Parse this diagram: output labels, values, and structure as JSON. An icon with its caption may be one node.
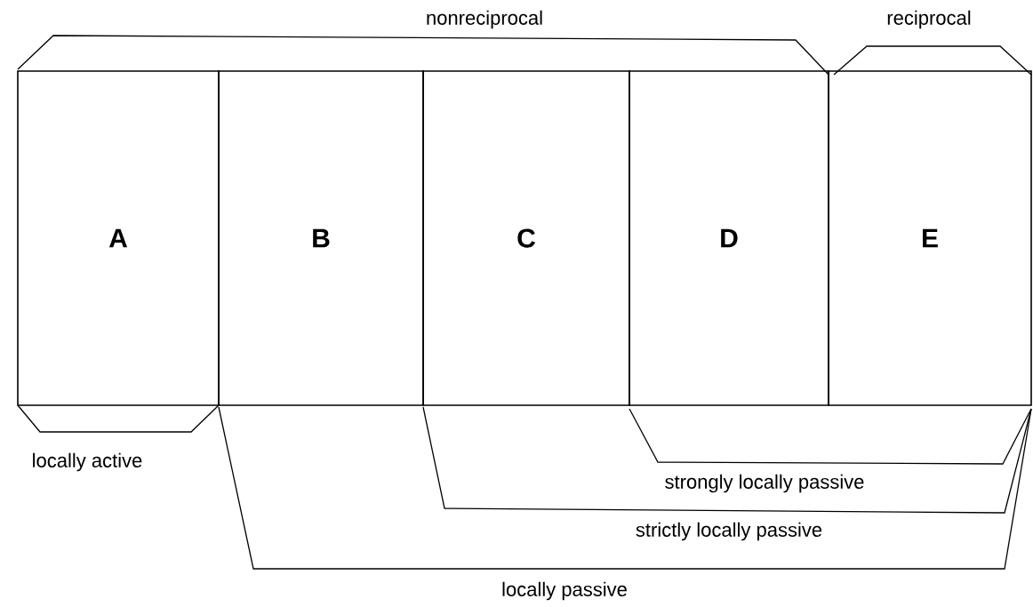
{
  "diagram": {
    "nodes": [
      {
        "text": [
          "A"
        ]
      },
      {
        "text": [
          "B"
        ]
      },
      {
        "text": [
          "C"
        ]
      },
      {
        "text": [
          "D"
        ]
      },
      {
        "text": [
          "E"
        ]
      }
    ],
    "labels": [
      "nonreciprocal",
      "reciprocal",
      "locally active",
      "strongly locally passive",
      "strictly locally passive",
      "locally passive"
    ]
  }
}
